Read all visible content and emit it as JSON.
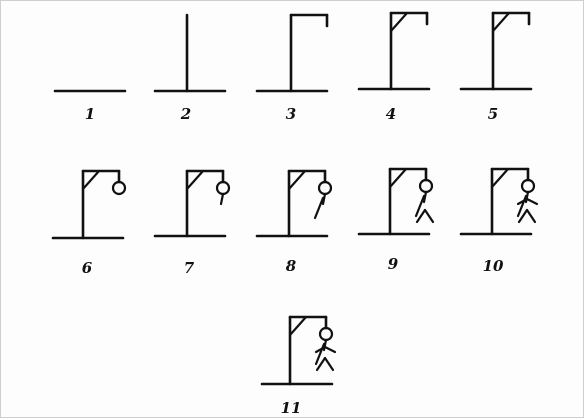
{
  "title": "",
  "stages": [
    {
      "label": "1",
      "parts": [
        "base"
      ]
    },
    {
      "label": "2",
      "parts": [
        "base",
        "post"
      ]
    },
    {
      "label": "3",
      "parts": [
        "base",
        "post",
        "beam",
        "rope"
      ]
    },
    {
      "label": "4",
      "parts": [
        "base",
        "post",
        "beam",
        "rope",
        "brace"
      ]
    },
    {
      "label": "5",
      "parts": [
        "base",
        "post",
        "beam",
        "rope",
        "brace"
      ]
    },
    {
      "label": "6",
      "parts": [
        "base",
        "post",
        "beam",
        "rope",
        "brace",
        "head"
      ]
    },
    {
      "label": "7",
      "parts": [
        "base",
        "post",
        "beam",
        "rope",
        "brace",
        "head",
        "neck"
      ]
    },
    {
      "label": "8",
      "parts": [
        "base",
        "post",
        "beam",
        "rope",
        "brace",
        "head",
        "neck",
        "torso"
      ]
    },
    {
      "label": "9",
      "parts": [
        "base",
        "post",
        "beam",
        "rope",
        "brace",
        "head",
        "neck",
        "torso",
        "legs"
      ]
    },
    {
      "label": "10",
      "parts": [
        "base",
        "post",
        "beam",
        "rope",
        "brace",
        "head",
        "neck",
        "torso",
        "legs",
        "arms"
      ]
    },
    {
      "label": "11",
      "parts": [
        "base",
        "post",
        "beam",
        "rope",
        "brace",
        "head",
        "neck",
        "torso",
        "legs",
        "arms"
      ]
    }
  ],
  "colors": {
    "ink": "#111111",
    "border": "#cfcfcf",
    "paper": "#fdfdfd"
  }
}
